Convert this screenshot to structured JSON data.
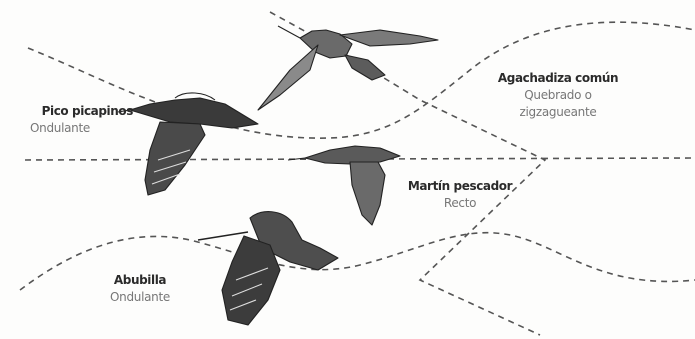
{
  "birds": [
    {
      "id": "pico-picapinos",
      "name": "Pico picapinos",
      "flight": "Ondulante"
    },
    {
      "id": "agachadiza-comun",
      "name": "Agachadiza común",
      "flight_lines": [
        "Quebrado o",
        "zigzagueante"
      ]
    },
    {
      "id": "martin-pescador",
      "name": "Martín pescador",
      "flight": "Recto"
    },
    {
      "id": "abubilla",
      "name": "Abubilla",
      "flight": "Ondulante"
    }
  ],
  "colors": {
    "ink": "#2b2b2b",
    "muted": "#777777",
    "path": "#555555",
    "background": "#fdfdfc"
  }
}
